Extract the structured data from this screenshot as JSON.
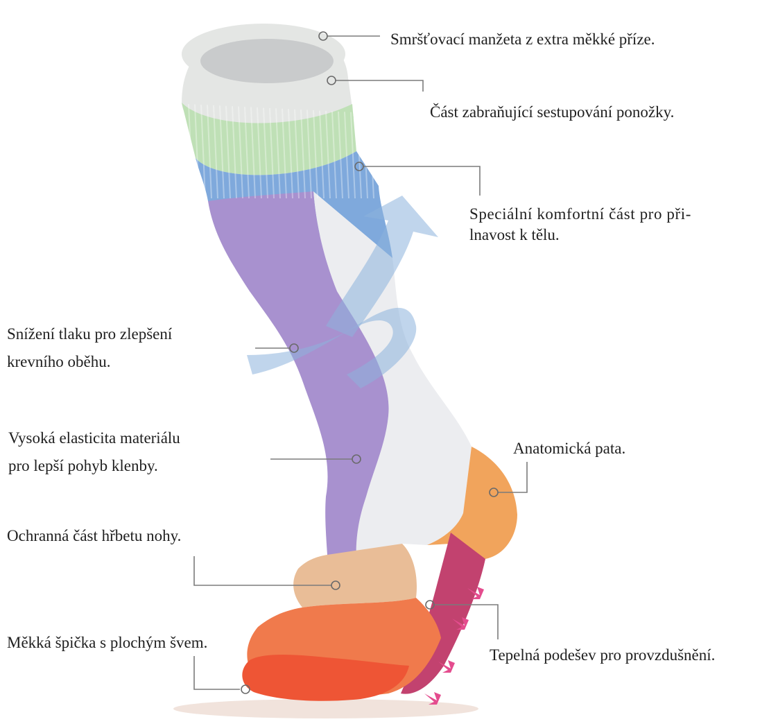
{
  "diagram": {
    "subject": "compression sock",
    "colors": {
      "cuff": "#e4e6e4",
      "band_green": "#bfe0b6",
      "band_blue": "#7fa9dc",
      "calf_purple": "#a891cf",
      "inner_white": "#ecedf0",
      "instep_tan": "#e9bd97",
      "heel_orange": "#f1a45c",
      "toe_orange": "#f07a4c",
      "toe_tip_red": "#ee5535",
      "sole_pink": "#c2426f",
      "arrow_blue": "#8cb2dc",
      "arrow_pink": "#e44c8e",
      "leader_line": "#7b7b7b"
    },
    "labels": {
      "cuff": "Smršťovací manžeta z extra měkké příze.",
      "anti_slip": "Část zabraňující sestupování ponožky.",
      "comfort_line1": "Speciální komfortní část pro při-",
      "comfort_line2": "lnavost k tělu.",
      "pressure_line1": "Snížení tlaku pro zlepšení",
      "pressure_line2": "krevního oběhu.",
      "elastic_line1": "Vysoká elasticita materiálu",
      "elastic_line2": "pro lepší pohyb klenby.",
      "heel": "Anatomická pata.",
      "instep": "Ochranná část hřbetu nohy.",
      "sole": "Tepelná podešev pro provzdušnění.",
      "toe": "Měkká špička s plochým švem."
    }
  }
}
